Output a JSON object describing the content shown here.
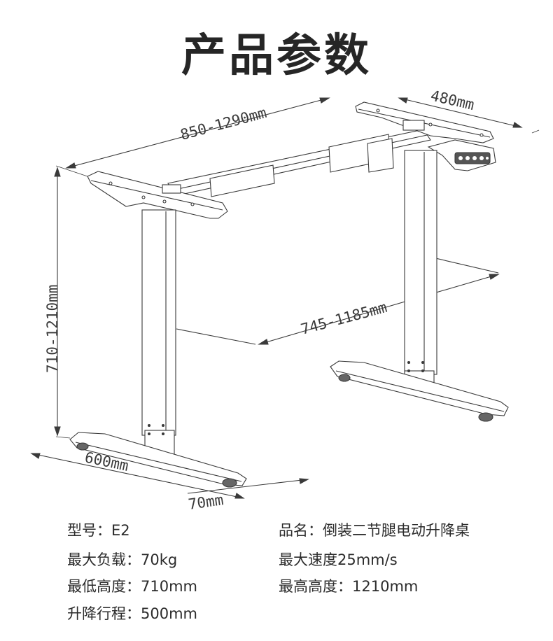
{
  "title": "产品参数",
  "dimensions": {
    "width_range": "850-1290mm",
    "depth": "480mm",
    "height_range": "710-1210mm",
    "beam_range": "745-1185mm",
    "foot_length": "600mm",
    "foot_width": "70mm"
  },
  "specs": {
    "model": "型号：E2",
    "name": "品名：倒装二节腿电动升降桌",
    "max_load": "最大负载：70kg",
    "max_speed": "最大速度25mm/s",
    "min_height": "最低高度：710mm",
    "max_height": "最高高度：1210mm",
    "travel": "升降行程：500mm"
  }
}
